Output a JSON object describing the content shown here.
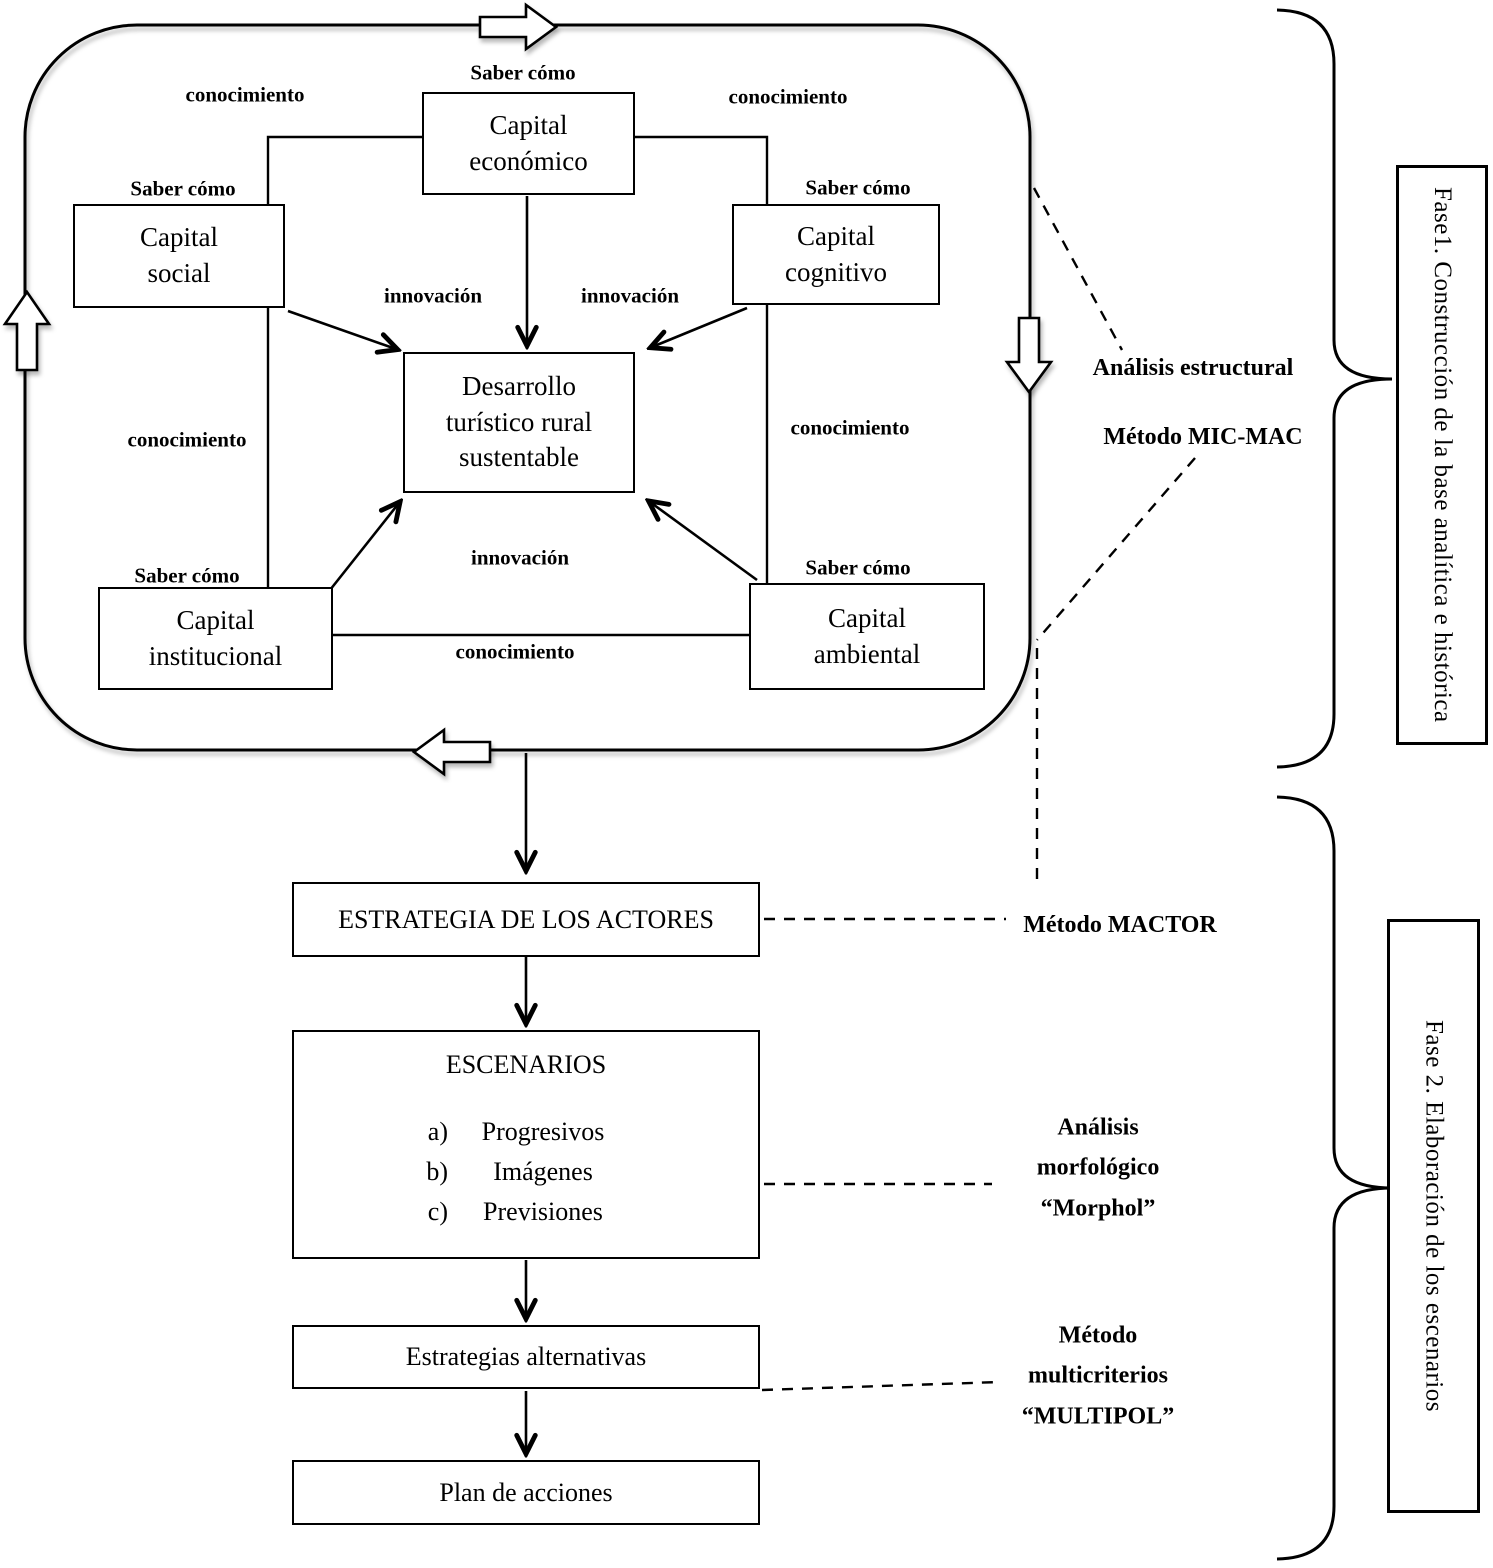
{
  "cycle": {
    "boxes": {
      "economico": {
        "line1": "Capital",
        "line2": "económico"
      },
      "social": {
        "line1": "Capital",
        "line2": "social"
      },
      "cognitivo": {
        "line1": "Capital",
        "line2": "cognitivo"
      },
      "institucional": {
        "line1": "Capital",
        "line2": "institucional"
      },
      "ambiental": {
        "line1": "Capital",
        "line2": "ambiental"
      },
      "desarrollo": {
        "line1": "Desarrollo",
        "line2": "turístico rural",
        "line3": "sustentable"
      }
    },
    "edge_labels": {
      "saber_como_economico": "Saber cómo",
      "conocimiento_top_left": "conocimiento",
      "conocimiento_top_right": "conocimiento",
      "saber_como_social": "Saber cómo",
      "saber_como_cognitivo": "Saber cómo",
      "innovacion_left": "innovación",
      "innovacion_right": "innovación",
      "conocimiento_mid_left": "conocimiento",
      "conocimiento_mid_right": "conocimiento",
      "saber_como_institucional": "Saber cómo",
      "saber_como_ambiental": "Saber cómo",
      "innovacion_bottom": "innovación",
      "conocimiento_bottom": "conocimiento"
    }
  },
  "methods": {
    "analisis_estructural": "Análisis estructural",
    "metodo_micmac": "Método MIC-MAC",
    "metodo_mactor": "Método MACTOR",
    "analisis_morfologico": {
      "line1": "Análisis",
      "line2": "morfológico",
      "line3": "“Morphol”"
    },
    "metodo_multicriterios": {
      "line1": "Método",
      "line2": "multicriterios",
      "line3": "“MULTIPOL”"
    }
  },
  "flow": {
    "estrategia_actores": "ESTRATEGIA DE LOS ACTORES",
    "escenarios": {
      "title": "ESCENARIOS",
      "items": [
        {
          "letter": "a)",
          "label": "Progresivos"
        },
        {
          "letter": "b)",
          "label": "Imágenes"
        },
        {
          "letter": "c)",
          "label": "Previsiones"
        }
      ]
    },
    "estrategias_alternativas": "Estrategias alternativas",
    "plan_de_acciones": "Plan de acciones"
  },
  "phases": {
    "fase1": "Fase1. Construcción de la base analítica e histórica",
    "fase2": "Fase 2. Elaboración de los escenarios"
  },
  "colors": {
    "ink": "#000000",
    "paper": "#ffffff"
  }
}
